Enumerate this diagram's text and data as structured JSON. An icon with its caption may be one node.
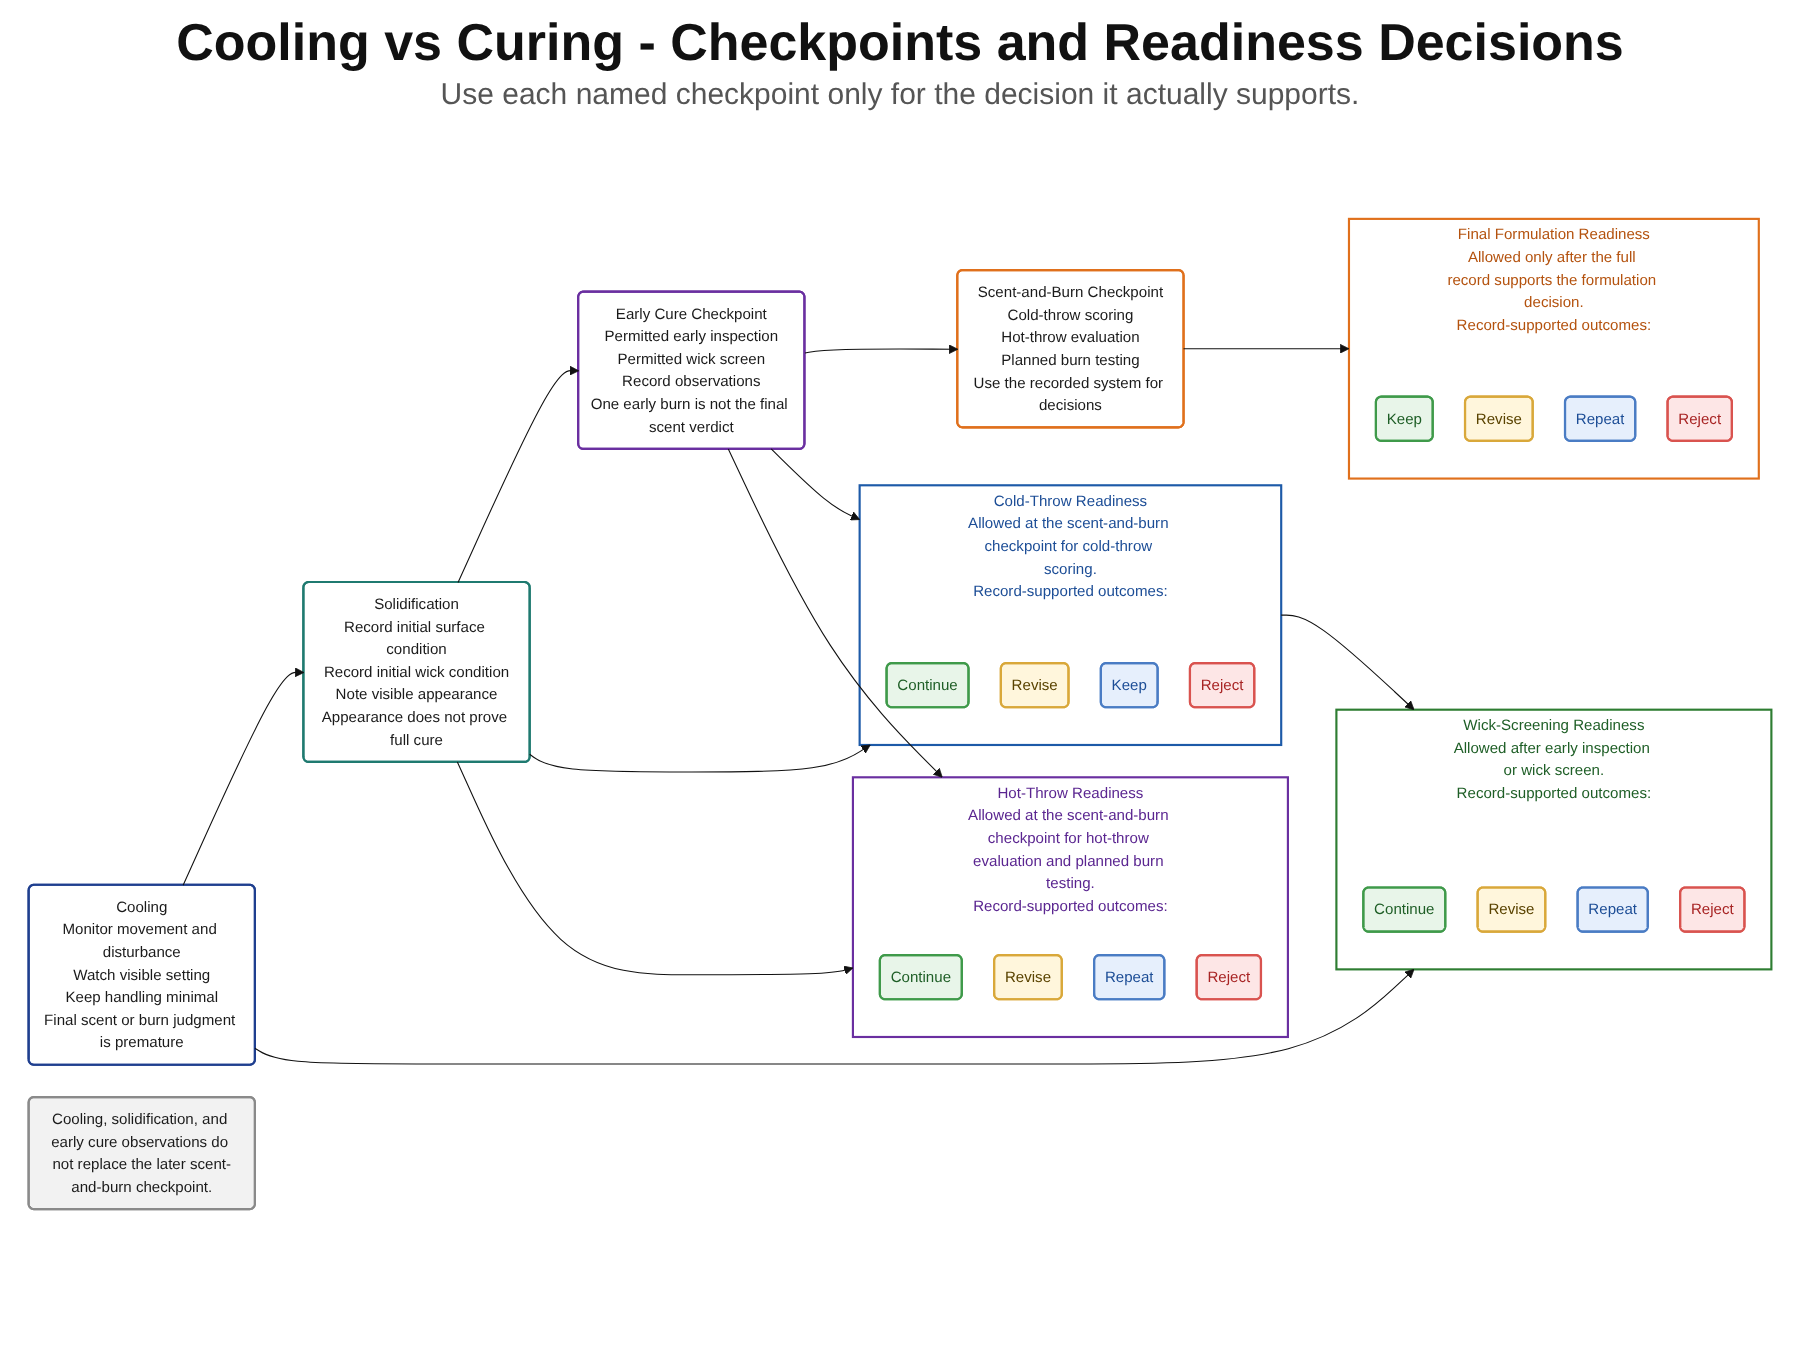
{
  "diagram": {
    "title": "Cooling vs Curing - Checkpoints and Readiness Decisions",
    "nodes": [
      {
        "text": [
          "Cooling",
          "Monitor movement and disturbance",
          "Watch visible setting",
          "Keep handling minimal",
          "Final scent or burn judgment is premature"
        ]
      },
      {
        "text": [
          "Solidification",
          "Record initial surface condition",
          "Record initial wick condition",
          "Note visible appearance",
          "Appearance does not prove full cure"
        ]
      },
      {
        "text": [
          "Early Cure Checkpoint",
          "Permitted early inspection",
          "Permitted wick screen",
          "Record observations",
          "One early burn is not the final scent verdict"
        ]
      },
      {
        "text": [
          "Scent-and-Burn Checkpoint",
          "Cold-throw scoring",
          "Hot-throw evaluation",
          "Planned burn testing",
          "Use the recorded system for decisions"
        ]
      },
      {
        "text": [
          "Wick-Screening Readiness",
          "Allowed after early inspection or wick screen.",
          "Record-supported outcomes:"
        ]
      },
      {
        "text": [
          "Continue"
        ],
        "in": 4
      },
      {
        "text": [
          "Revise"
        ],
        "in": 4
      },
      {
        "text": [
          "Repeat"
        ],
        "in": 4
      },
      {
        "text": [
          "Reject"
        ],
        "in": 4
      },
      {
        "text": [
          "Cold-Throw Readiness",
          "Allowed at the scent-and-burn checkpoint for cold-throw scoring.",
          "Record-supported outcomes:"
        ]
      },
      {
        "text": [
          "Continue"
        ],
        "in": 9
      },
      {
        "text": [
          "Revise"
        ],
        "in": 9
      },
      {
        "text": [
          "Keep"
        ],
        "in": 9
      },
      {
        "text": [
          "Reject"
        ],
        "in": 9
      },
      {
        "text": [
          "Hot-Throw Readiness",
          "Allowed at the scent-and-burn checkpoint for hot-throw evaluation and planned burn testing.",
          "Record-supported outcomes:"
        ]
      },
      {
        "text": [
          "Continue"
        ],
        "in": 14
      },
      {
        "text": [
          "Revise"
        ],
        "in": 14
      },
      {
        "text": [
          "Repeat"
        ],
        "in": 14
      },
      {
        "text": [
          "Reject"
        ],
        "in": 14
      },
      {
        "text": [
          "Final Formulation Readiness",
          "Allowed only after the full record supports the formulation decision.",
          "Record-supported outcomes:"
        ]
      },
      {
        "text": [
          "Keep"
        ],
        "in": 19
      },
      {
        "text": [
          "Revise"
        ],
        "in": 19
      },
      {
        "text": [
          "Repeat"
        ],
        "in": 19
      },
      {
        "text": [
          "Reject"
        ],
        "in": 19
      },
      {
        "text": [
          "Cooling, solidification, and early cure observations do not replace the later scent-and-burn checkpoint."
        ]
      }
    ],
    "edges": [
      {
        "from": 0,
        "to": 1,
        "arrow": "to"
      },
      {
        "from": 1,
        "to": 2,
        "arrow": "to"
      },
      {
        "from": 2,
        "to": 3,
        "arrow": "to"
      },
      {
        "from": 0,
        "to": 4,
        "arrow": "to"
      },
      {
        "from": 9,
        "to": 4,
        "arrow": "to"
      },
      {
        "from": 1,
        "to": 9,
        "arrow": "to"
      },
      {
        "from": 2,
        "to": 9,
        "arrow": "to"
      },
      {
        "from": 1,
        "to": 14,
        "arrow": "to"
      },
      {
        "from": 2,
        "to": 14,
        "arrow": "to"
      },
      {
        "from": 3,
        "to": 19,
        "arrow": "to"
      }
    ],
    "labels": [
      "Use each named checkpoint only for the decision it actually supports."
    ]
  }
}
